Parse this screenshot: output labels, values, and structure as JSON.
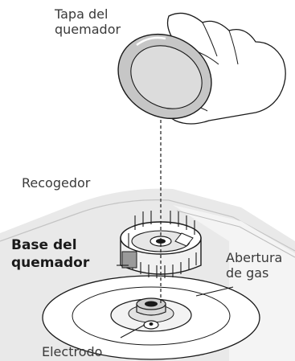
{
  "labels": {
    "burner_cap": {
      "line1": "Tapa del",
      "line2": "quemador"
    },
    "collector": "Recogedor",
    "burner_base": {
      "line1": "Base del",
      "line2": "quemador"
    },
    "gas_opening": {
      "line1": "Abertura",
      "line2": "de gas"
    },
    "electrode": "Electrodo"
  },
  "colors": {
    "line": "#1a1a1a",
    "cap_gray": "#c8c8c8",
    "cap_inner": "#dcdcdc",
    "panel_gray": "#e6e6e6",
    "panel_edge": "#b8b8b8",
    "text": "#3a3a3a"
  }
}
